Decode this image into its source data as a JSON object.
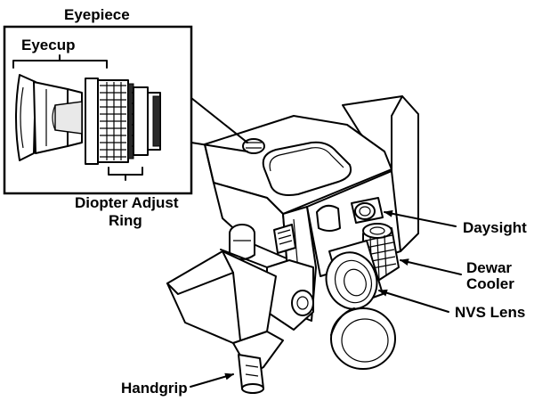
{
  "labels": {
    "eyepiece": "Eyepiece",
    "eyecup": "Eyecup",
    "diopter_line1": "Diopter Adjust",
    "diopter_line2": "Ring",
    "daysight": "Daysight",
    "dewar_line1": "Dewar",
    "dewar_line2": "Cooler",
    "nvs_lens": "NVS Lens",
    "handgrip": "Handgrip"
  },
  "colors": {
    "ink": "#000000",
    "paper": "#ffffff",
    "shade": "#e9e9e9"
  }
}
